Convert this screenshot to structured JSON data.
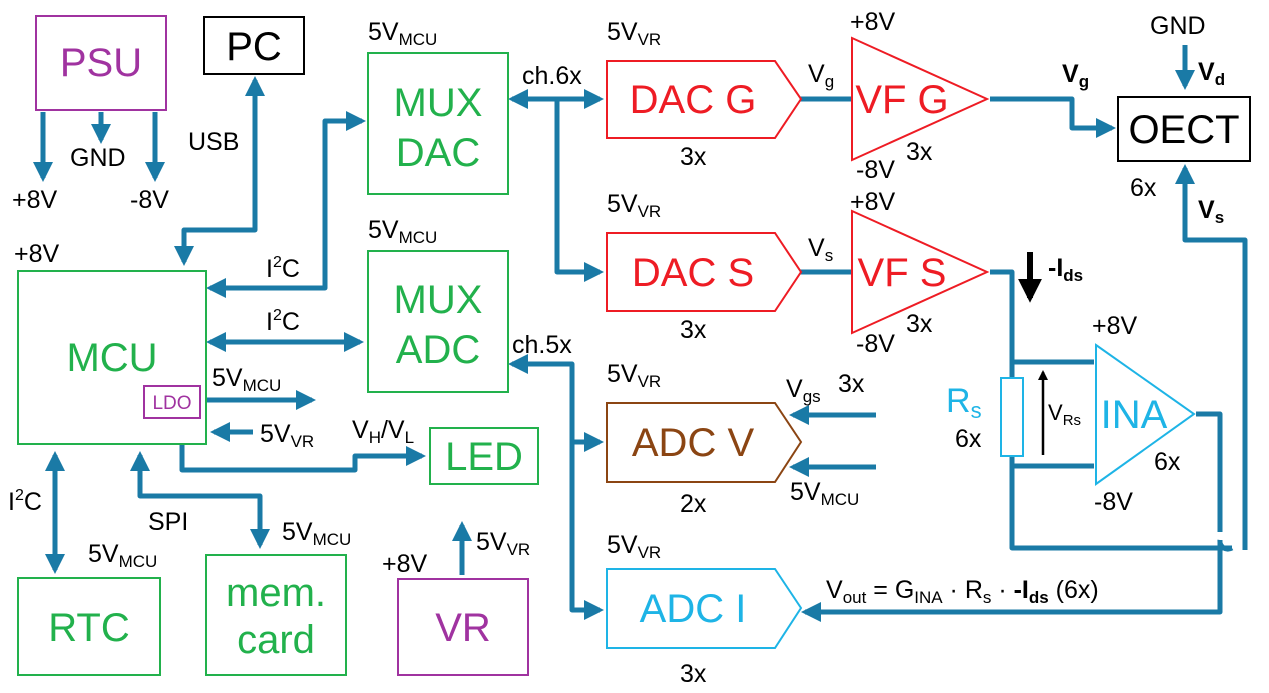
{
  "colors": {
    "wire": "#1a7aa6",
    "green": "#22b14c",
    "purple": "#a033a0",
    "red": "#ee1c24",
    "brown": "#8b4513",
    "cyan": "#1eb4e6",
    "black": "#000000"
  },
  "blocks": {
    "psu": "PSU",
    "pc": "PC",
    "mux_dac_1": "MUX",
    "mux_dac_2": "DAC",
    "mux_adc_1": "MUX",
    "mux_adc_2": "ADC",
    "mcu": "MCU",
    "ldo": "LDO",
    "led": "LED",
    "rtc": "RTC",
    "mem_1": "mem.",
    "mem_2": "card",
    "vr": "VR",
    "dac_g": "DAC G",
    "dac_s": "DAC S",
    "adc_v": "ADC V",
    "adc_i": "ADC I",
    "vf_g": "VF G",
    "vf_s": "VF S",
    "ina": "INA",
    "oect": "OECT"
  },
  "labels": {
    "plus8v": "+8V",
    "minus8v": "-8V",
    "gnd": "GND",
    "usb": "USB",
    "i2c_main": "I",
    "i2c_sup": "2",
    "i2c_tail": "C",
    "spi": "SPI",
    "five_v": "5V",
    "sub_mcu": "MCU",
    "sub_vr": "VR",
    "ch6x": "ch.6x",
    "ch5x": "ch.5x",
    "x3": "3x",
    "x2": "2x",
    "x6": "6x",
    "v": "V",
    "sub_g": "g",
    "sub_s": "s",
    "sub_d": "d",
    "sub_gs": "gs",
    "sub_h": "H",
    "sub_l": "L",
    "slash": "/",
    "r": "R",
    "sub_rs": "Rs",
    "minus_i": "-I",
    "sub_ds": "ds",
    "vout_v": "V",
    "vout_sub": "out",
    "vout_eq": " = G",
    "vout_ina": "INA",
    "vout_dot1": " · R",
    "vout_s": "s",
    "vout_dot2": " · ",
    "vout_i": "-I",
    "vout_ds": "ds",
    "vout_tail": " (6x)"
  }
}
